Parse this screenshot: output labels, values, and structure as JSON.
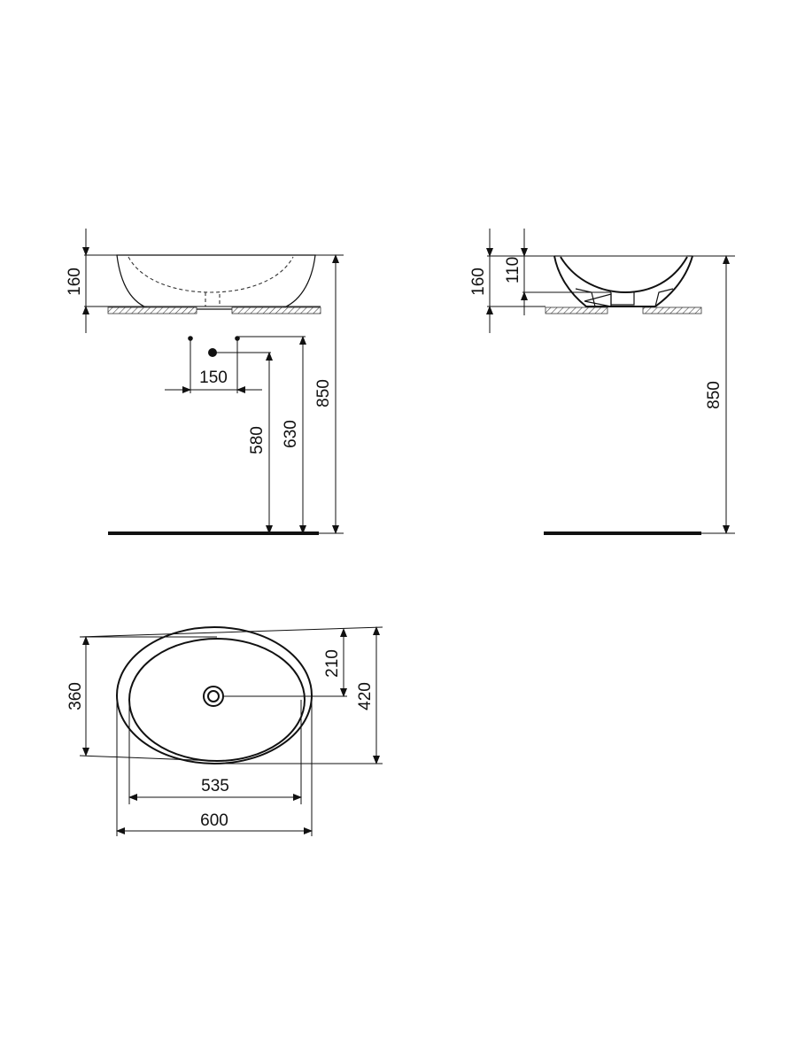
{
  "front_view": {
    "dims": {
      "basin_height": "160",
      "tap_spacing": "150",
      "waste_height": "580",
      "tap_height": "630",
      "rim_height": "850"
    }
  },
  "side_view": {
    "dims": {
      "basin_height": "160",
      "bowl_depth": "110",
      "rim_height": "850"
    }
  },
  "top_view": {
    "dims": {
      "inner_depth": "360",
      "waste_offset": "210",
      "outer_depth": "420",
      "inner_width": "535",
      "outer_width": "600"
    }
  }
}
